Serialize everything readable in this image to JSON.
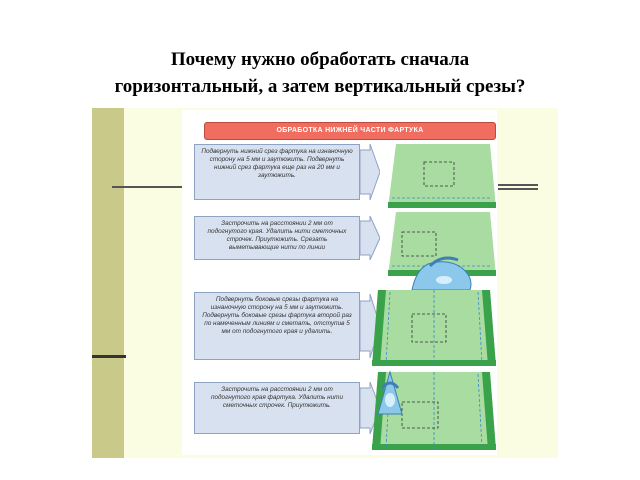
{
  "title": {
    "line1": "Почему нужно обработать сначала",
    "line2": "горизонтальный, а затем вертикальный срезы?"
  },
  "figure": {
    "header": "ОБРАБОТКА НИЖНЕЙ ЧАСТИ ФАРТУКА",
    "steps": [
      {
        "text": "Подвернуть нижний срез фартука на изнаночную сторону на 5 мм и заутюжить. Подвернуть нижний срез фартука еще раз на 20 мм и заутюжить."
      },
      {
        "text": "Застрочить на расстоянии 2 мм от подогнутого края. Удалить нити сметочных строчек. Приутюжить. Срезать выметывающие нити по линии"
      },
      {
        "text": "Подвернуть боковые срезы фартука на изнаночную сторону на 5 мм и заутюжить. Подвернуть боковые срезы фартука второй раз по намеченным линиям и сметать, отступив 5 мм от подогнутого края и удалить."
      },
      {
        "text": "Застрочить на расстоянии 2 мм от подогнутого края фартука. Удалить нити сметочных строчек. Приутюжить."
      }
    ],
    "colors": {
      "banner": "#f06d5f",
      "cloth": "#a8dca0",
      "hem": "#3aa24a",
      "box": "#d8e1ef"
    }
  }
}
